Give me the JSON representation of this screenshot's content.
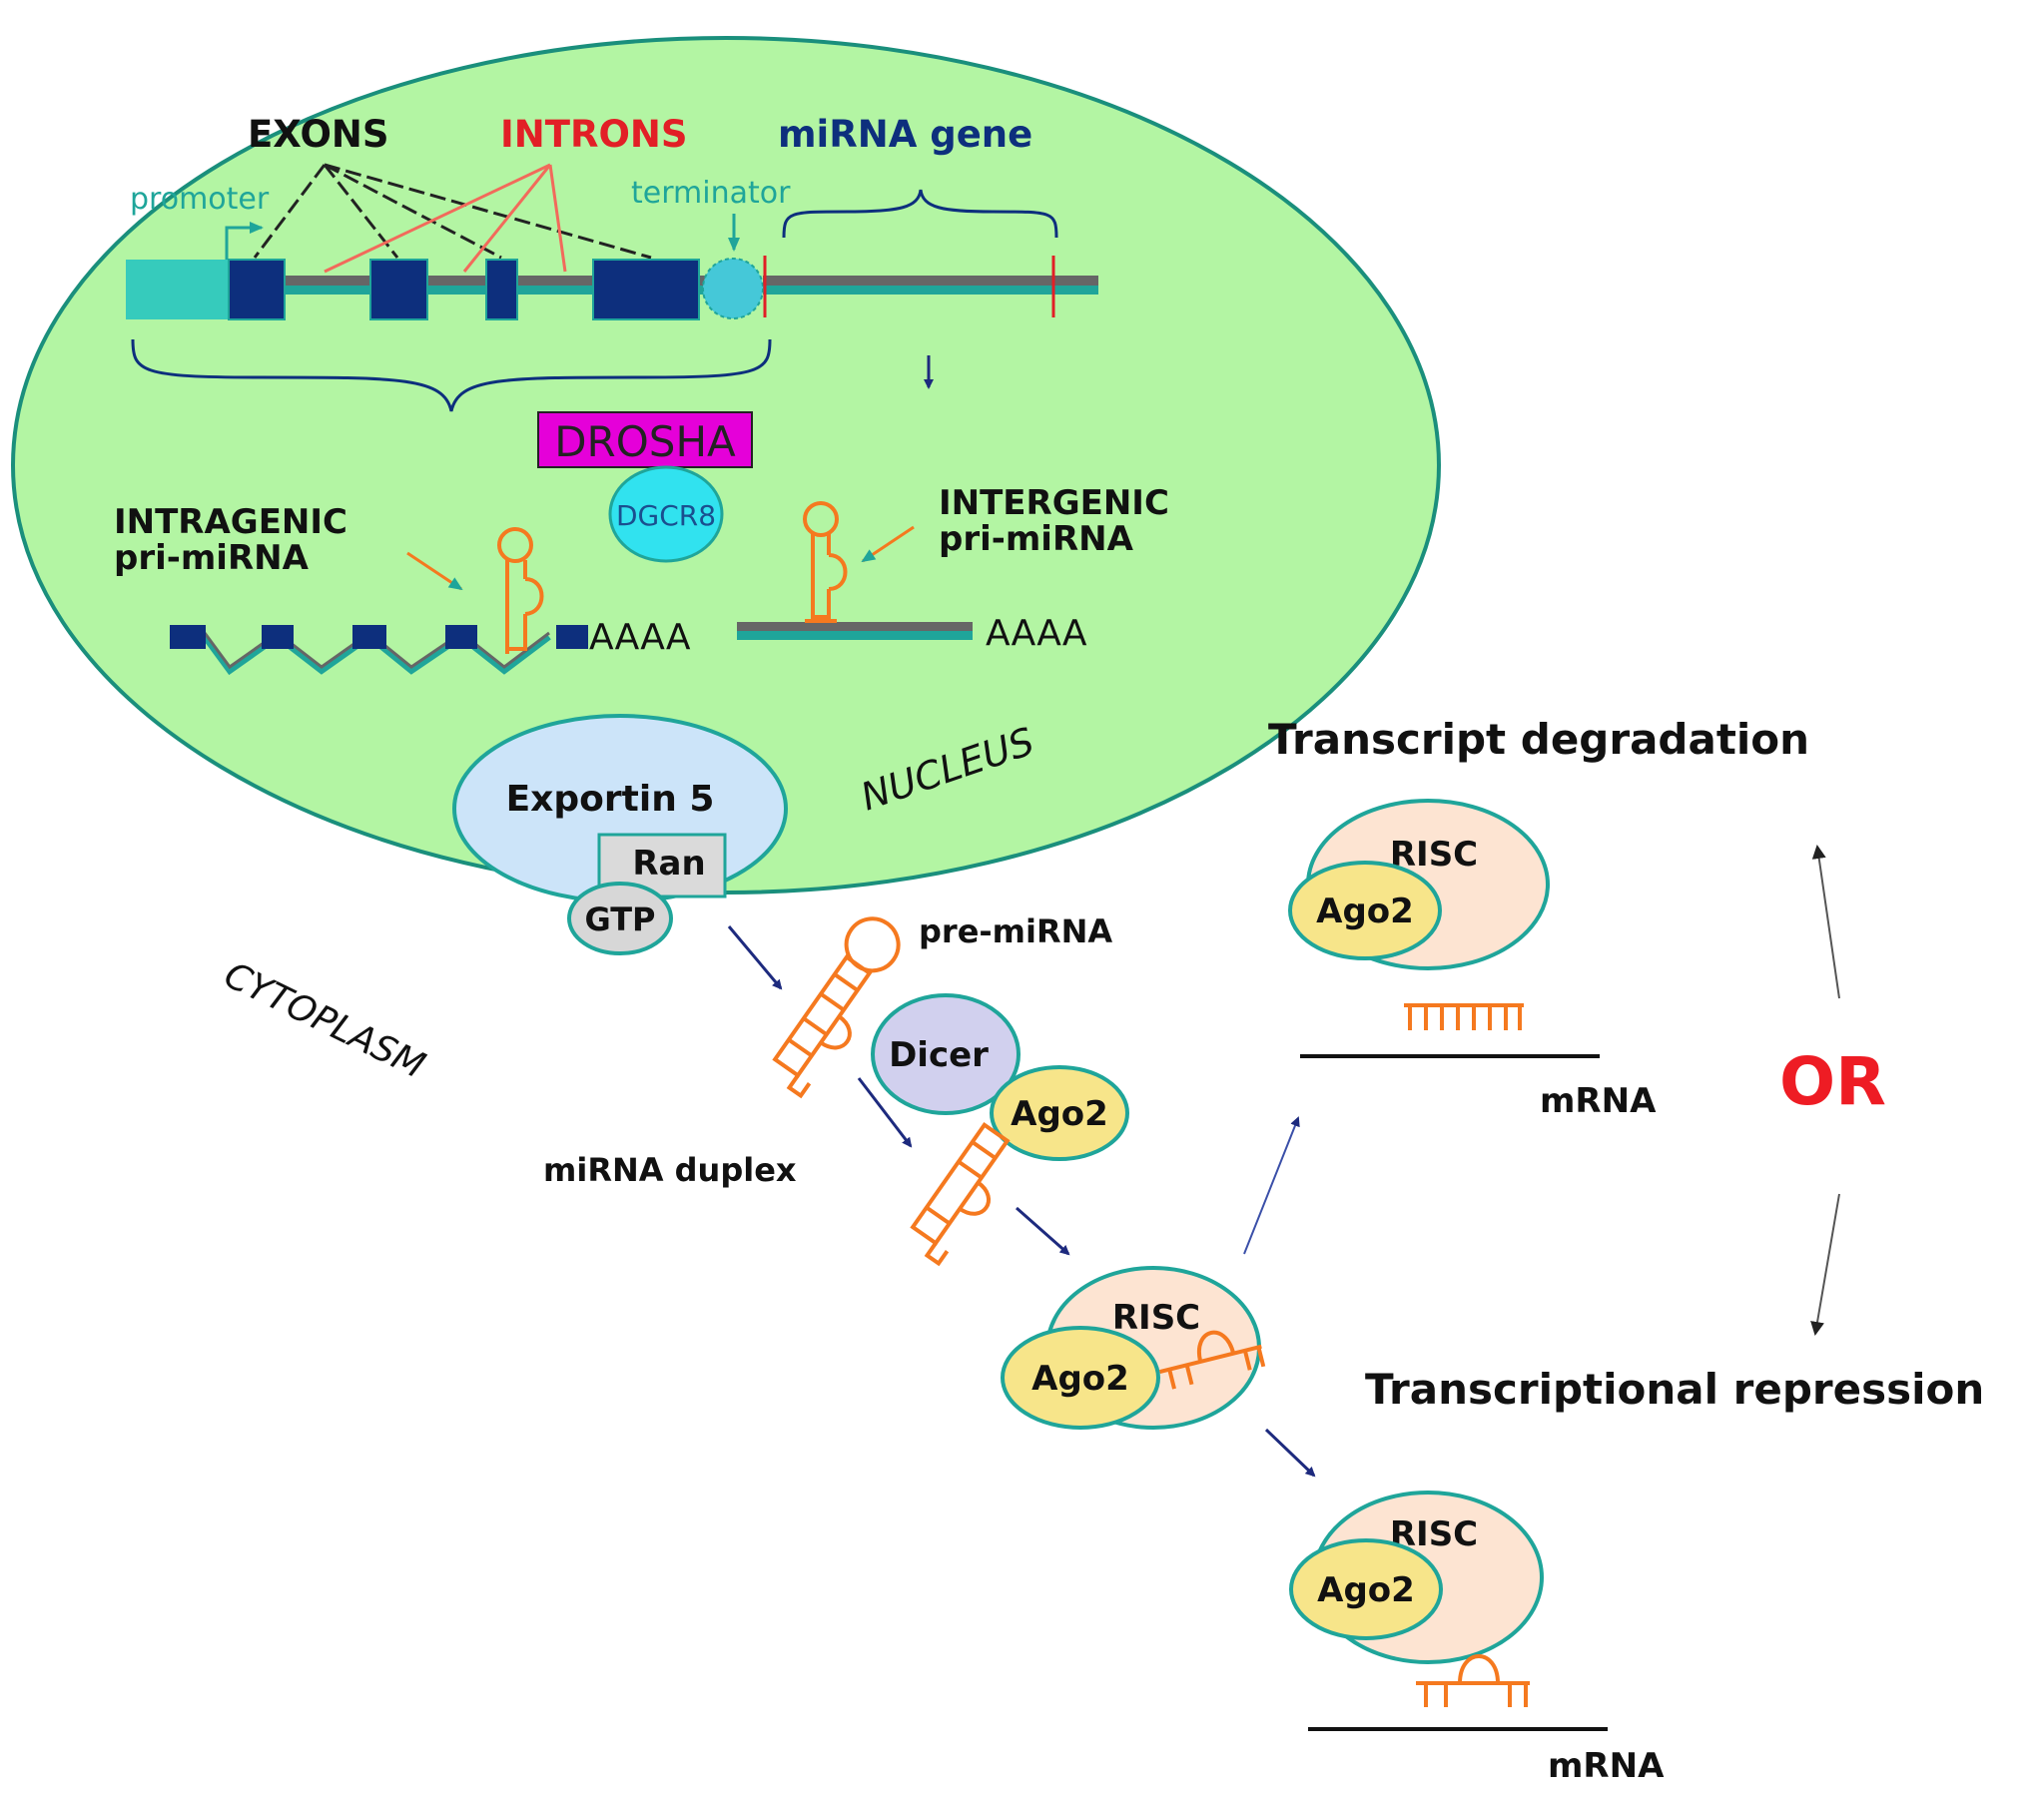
{
  "nucleus": {
    "label": "NUCLEUS",
    "exons_label": "EXONS",
    "introns_label": "INTRONS",
    "mirna_gene_label": "miRNA gene",
    "promoter_label": "promoter",
    "terminator_label": "terminator",
    "drosha_label": "DROSHA",
    "dgcr8_label": "DGCR8",
    "intragenic_line1": "INTRAGENIC",
    "intragenic_line2": "pri-miRNA",
    "intergenic_line1": "INTERGENIC",
    "intergenic_line2": "pri-miRNA",
    "polya_label": "AAAA"
  },
  "cytoplasm": {
    "label": "CYTOPLASM",
    "exportin_label": "Exportin 5",
    "ran_label": "Ran",
    "gtp_label": "GTP",
    "pre_mirna_label": "pre-miRNA",
    "dicer_label": "Dicer",
    "ago2_label": "Ago2",
    "mirna_duplex_label": "miRNA duplex",
    "risc_label": "RISC",
    "mrna_label": "mRNA"
  },
  "outcomes": {
    "degradation_label": "Transcript degradation",
    "repression_label": "Transcriptional repression",
    "or_label": "OR"
  },
  "colors": {
    "nucleus_fill": "#b3f5a3",
    "teal": "#1fa59a",
    "exon_blue": "#0d2f7d",
    "intron_red": "#f26a5b",
    "hairpin_orange": "#f5791f",
    "drosha_magenta": "#e500d9",
    "dgcr8_cyan": "#31e2ef",
    "exportin_blue": "#cce4f9",
    "risc_peach": "#fde4d2",
    "ago2_yellow": "#f7e58a",
    "dicer_lavender": "#d1d0ee",
    "arrow_navy": "#1d2a7e",
    "or_red": "#ee1c24"
  }
}
